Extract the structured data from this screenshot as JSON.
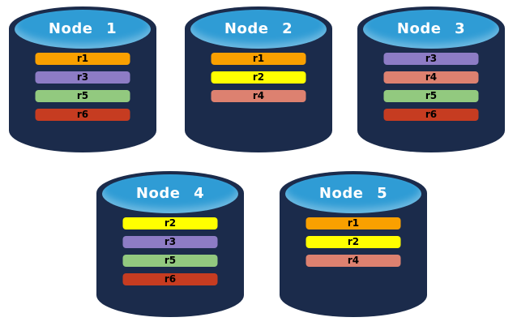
{
  "diagram": {
    "type": "database-node-partition-diagram",
    "background": "#ffffff",
    "cylinder": {
      "body_color": "#1B2B4B",
      "top_color": "#2F9CD5",
      "label_color": "#ffffff"
    },
    "bar_text_color": "#000000",
    "partition_colors": {
      "r1": "#F9A000",
      "r2": "#FFFF00",
      "r3": "#8D7CC5",
      "r4": "#DD8170",
      "r5": "#92C97F",
      "r6": "#C63C21"
    },
    "nodes": [
      {
        "label": "Node 1",
        "partitions": [
          "r1",
          "r3",
          "r5",
          "r6"
        ]
      },
      {
        "label": "Node 2",
        "partitions": [
          "r1",
          "r2",
          "r4"
        ]
      },
      {
        "label": "Node 3",
        "partitions": [
          "r3",
          "r4",
          "r5",
          "r6"
        ]
      },
      {
        "label": "Node 4",
        "partitions": [
          "r2",
          "r3",
          "r5",
          "r6"
        ]
      },
      {
        "label": "Node 5",
        "partitions": [
          "r1",
          "r2",
          "r4"
        ]
      }
    ]
  }
}
